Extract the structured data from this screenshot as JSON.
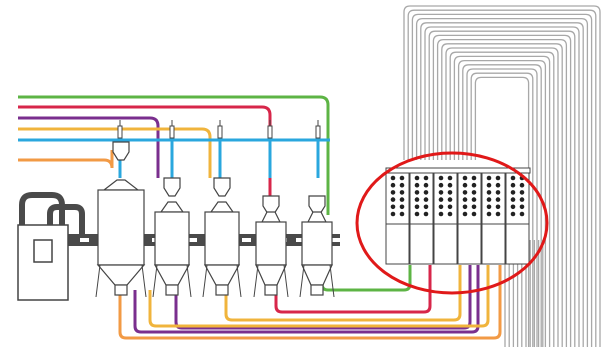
{
  "colors": {
    "background": "#ffffff",
    "green": "#5db445",
    "red": "#d7264a",
    "purple": "#7a2f8e",
    "yellow": "#f0b43c",
    "blue": "#2aa7de",
    "orange": "#f29a45",
    "grey_manifold": "#a8a8a8",
    "dark_duct": "#4a4a4a",
    "equipment_outline": "#444444",
    "equipment_fill": "#ffffff",
    "highlight_circle": "#e01919",
    "port_dot": "#222222"
  },
  "icons": {
    "highlight": "red-ellipse-highlight",
    "dryer": "dryer-cabinet-icon",
    "hopper": "material-hopper-icon",
    "manifold": "selection-manifold-icon",
    "receiver": "vacuum-receiver-icon"
  },
  "diagram": {
    "hopper_count": 5,
    "manifold_columns": 6,
    "manifold_port_rows": 6,
    "line_colors_order": [
      "green",
      "red",
      "purple",
      "yellow",
      "blue",
      "orange"
    ]
  }
}
